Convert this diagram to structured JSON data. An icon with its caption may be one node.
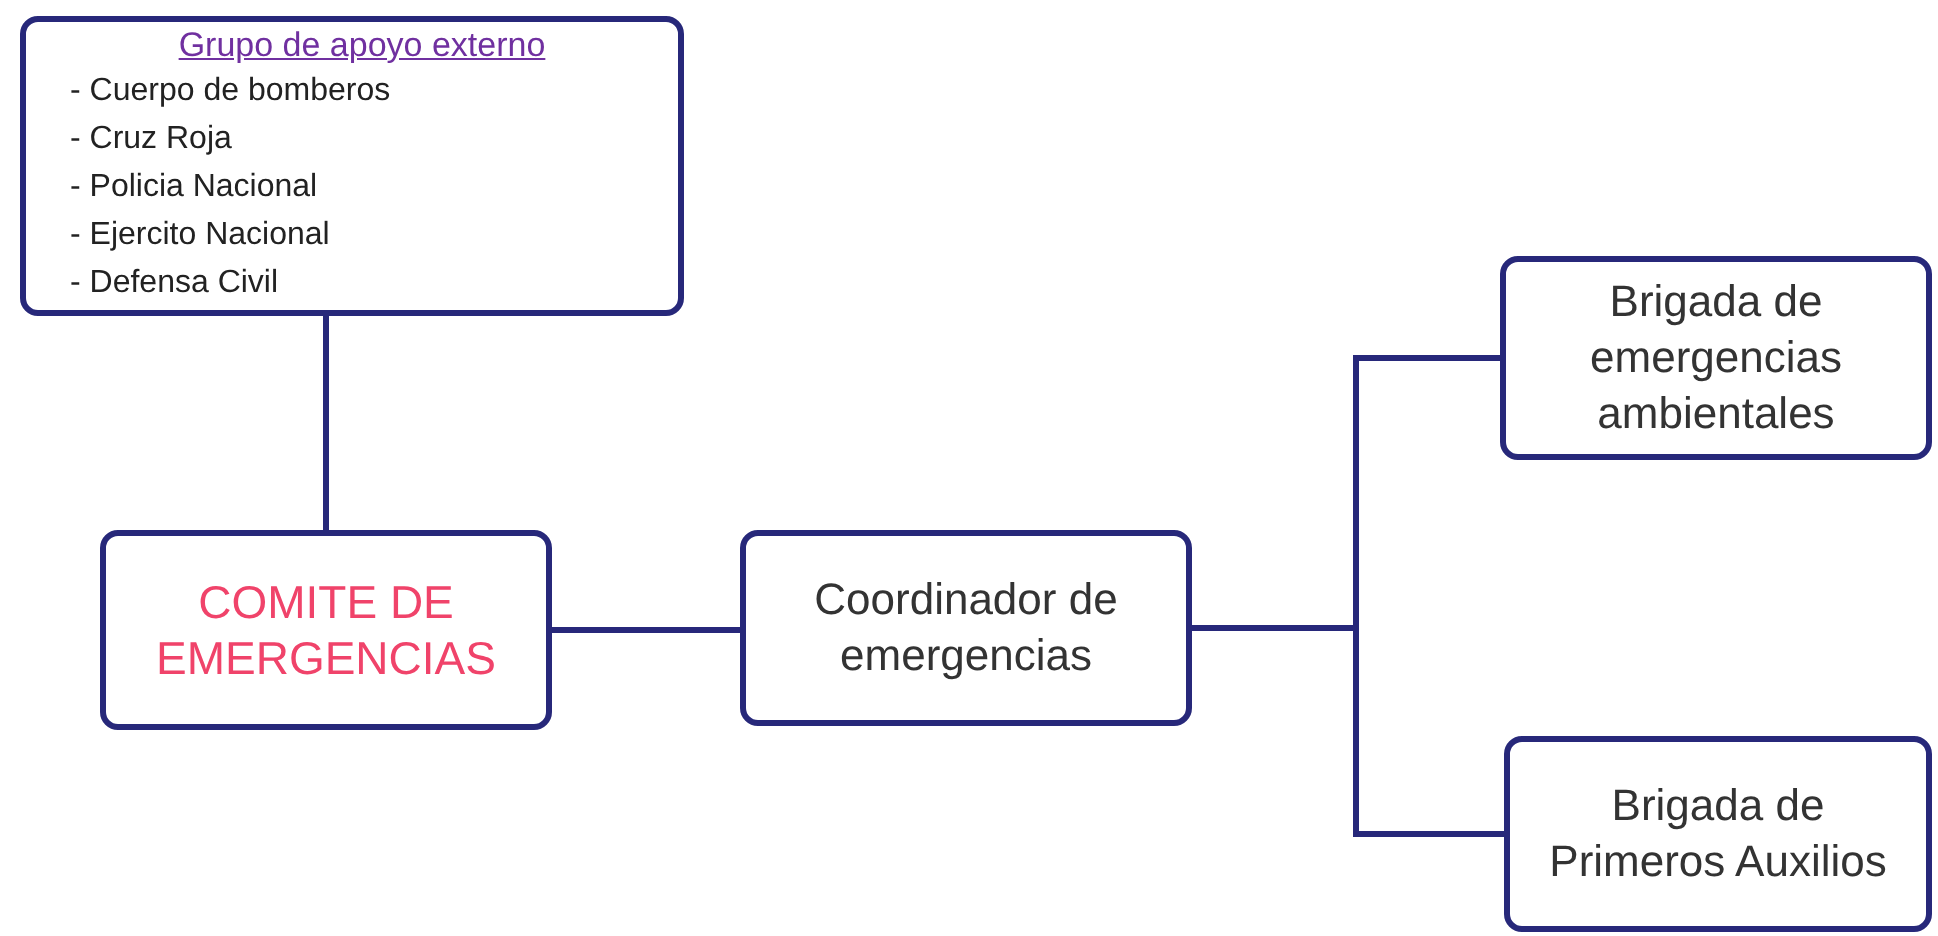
{
  "diagram": {
    "nodes": [
      {
        "text": [
          "Grupo de apoyo externo",
          "- Cuerpo de bomberos",
          "- Cruz Roja",
          "- Policia Nacional",
          "- Ejercito Nacional",
          "- Defensa Civil"
        ]
      },
      {
        "text": [
          "COMITE DE EMERGENCIAS"
        ]
      },
      {
        "text": [
          "Coordinador de emergencias"
        ]
      },
      {
        "text": [
          "Brigada de emergencias ambientales"
        ]
      },
      {
        "text": [
          "Brigada de Primeros Auxilios"
        ]
      }
    ],
    "edges": [
      {
        "from": 0,
        "to": 1,
        "arrow": "none"
      },
      {
        "from": 1,
        "to": 2,
        "arrow": "none"
      },
      {
        "from": 2,
        "to": 3,
        "arrow": "none"
      },
      {
        "from": 2,
        "to": 4,
        "arrow": "none"
      }
    ]
  }
}
